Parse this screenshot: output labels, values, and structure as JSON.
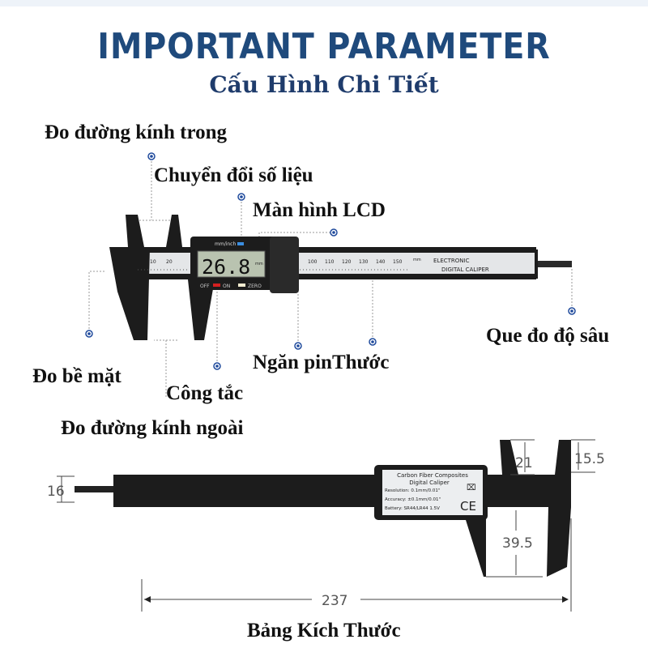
{
  "header": {
    "title": "IMPORTANT PARAMETER",
    "subtitle": "Cấu Hình Chi Tiết"
  },
  "callouts": {
    "inner_diameter": "Đo đường kính trong",
    "unit_conversion": "Chuyển đổi số liệu",
    "lcd_screen": "Màn hình LCD",
    "depth_rod": "Que đo độ sâu",
    "surface": "Đo bề mặt",
    "battery_ruler": "Ngăn pinThước",
    "switch": "Công tắc",
    "outer_diameter": "Đo đường kính ngoài"
  },
  "caliper_top": {
    "unit_button": "mm/inch",
    "lcd_value": "26.8",
    "lcd_unit": "mm",
    "off": "OFF",
    "on": "ON",
    "zero": "ZERO",
    "scale_left": [
      "10",
      "20"
    ],
    "scale_right": [
      "100",
      "110",
      "120",
      "130",
      "140",
      "150"
    ],
    "scale_unit": "mm",
    "brand_line1": "ELECTRONIC",
    "brand_line2": "DIGITAL CALIPER",
    "colors": {
      "body": "#1c1c1c",
      "scale": "#e4e6e8",
      "lcd": "#b9c3b0",
      "on_button": "#d42020",
      "zero_button": "#f2ecd0",
      "dot": "#1f4a9c"
    }
  },
  "caliper_bottom": {
    "label_line1": "Carbon Fiber Composites",
    "label_line2": "Digital Caliper",
    "resolution": "Resolution: 0.1mm/0.01\"",
    "accuracy": "Accuracy: ±0.1mm/0.01\"",
    "battery": "Battery: SR44/LR44 1.5V",
    "ce_mark": "CE"
  },
  "dimensions": {
    "length": "237",
    "rod_height": "16",
    "inner_jaw": "21",
    "jaw_tip": "15.5",
    "outer_jaw": "39.5"
  },
  "footer": {
    "caption": "Bảng Kích Thước"
  }
}
